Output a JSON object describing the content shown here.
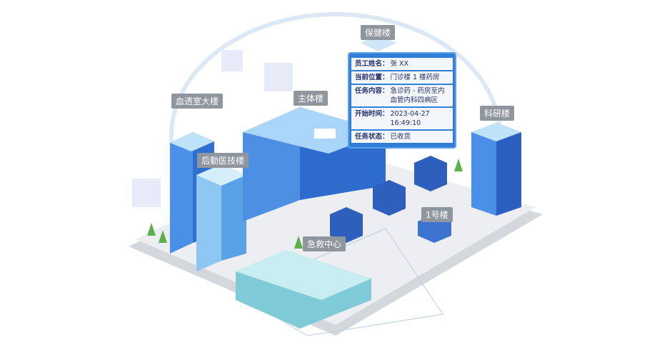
{
  "labels": {
    "baojian": "保健楼",
    "xuetou": "血透室大楼",
    "zhuti": "主体楼",
    "houqin": "后勤医技楼",
    "keyan": "科研楼",
    "yihao": "1号楼",
    "jijiu": "急救中心"
  },
  "popup": {
    "rows": [
      {
        "key": "员工姓名：",
        "value": "张 XX"
      },
      {
        "key": "当前位置：",
        "value": "门诊楼 1 楼药房"
      },
      {
        "key": "任务内容：",
        "value": "急诊药 - 药房至内血管内科四病区"
      },
      {
        "key": "开始时间：",
        "value": "2023-04-27 16:49:10"
      },
      {
        "key": "任务状态：",
        "value": "已收货"
      }
    ]
  },
  "colors": {
    "building": "#3a7ee0",
    "building_light": "#9fd0f5",
    "ground": "#e4e6ea",
    "label_bg": "#8f969e",
    "popup": "#2f7fd8"
  }
}
